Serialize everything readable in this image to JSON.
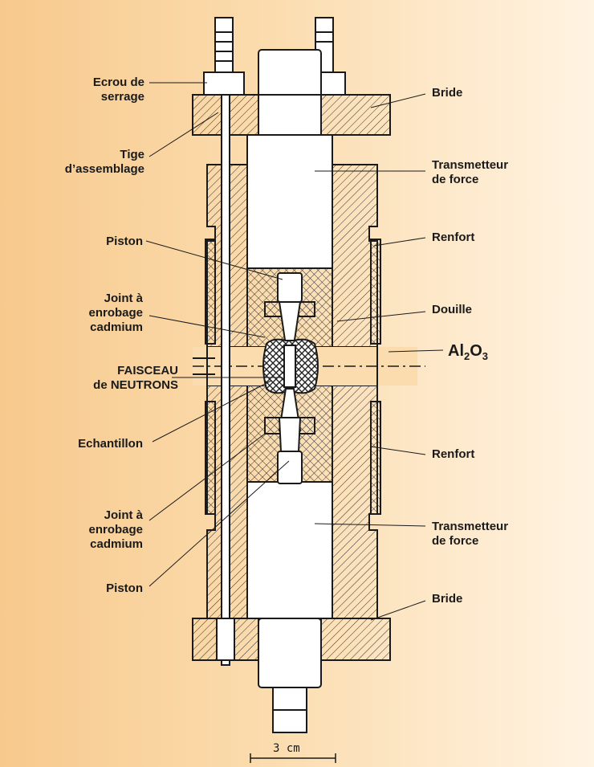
{
  "left_labels": {
    "ecrou": [
      "Ecrou de",
      "serrage"
    ],
    "tige": [
      "Tige",
      "d’assemblage"
    ],
    "piston_top": [
      "Piston"
    ],
    "joint_top": [
      "Joint à",
      "enrobage",
      "cadmium"
    ],
    "faisceau": [
      "FAISCEAU",
      "de NEUTRONS"
    ],
    "echantillon": [
      "Echantillon"
    ],
    "joint_bottom": [
      "Joint à",
      "enrobage",
      "cadmium"
    ],
    "piston_bottom": [
      "Piston"
    ]
  },
  "right_labels": {
    "bride_top": [
      "Bride"
    ],
    "transmetteur_top": [
      "Transmetteur",
      "de force"
    ],
    "renfort_top": [
      "Renfort"
    ],
    "douille": [
      "Douille"
    ],
    "renfort_bottom": [
      "Renfort"
    ],
    "transmetteur_bottom": [
      "Transmetteur",
      "de force"
    ],
    "bride_bottom": [
      "Bride"
    ]
  },
  "formula": {
    "al": "Al",
    "sub1": "2",
    "o": "O",
    "sub2": "3"
  },
  "scale_label": "3 cm"
}
